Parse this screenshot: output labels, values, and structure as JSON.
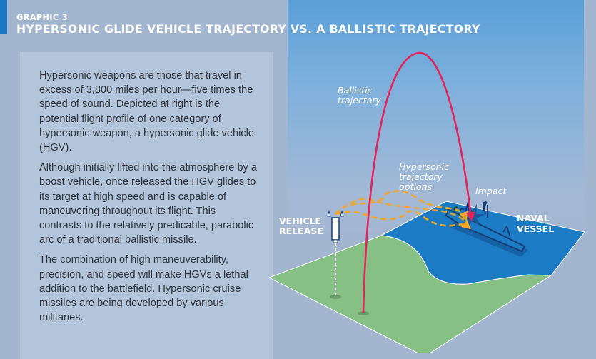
{
  "header": {
    "graphic_label": "GRAPHIC 3",
    "title": "HYPERSONIC GLIDE VEHICLE TRAJECTORY VS. A BALLISTIC TRAJECTORY"
  },
  "body_text": {
    "paragraphs": [
      "Hypersonic weapons are those that travel in excess of 3,800 miles per hour—five times the speed of sound.  Depicted at right is the potential flight profile of one category of hypersonic weapon, a hypersonic glide vehicle (HGV).",
      "Although initially lifted into the atmosphere by a boost vehicle, once released the HGV glides to its target at high speed and is capable of maneuvering throughout its flight. This contrasts to the relatively predicable, parabolic arc of a traditional ballistic missile.",
      "The combination of high maneuverability, precision, and speed will make HGVs a lethal addition to the battlefield. Hypersonic cruise missiles are being developed by various militaries."
    ]
  },
  "diagram": {
    "labels": {
      "ballistic_line1": "Ballistic",
      "ballistic_line2": "trajectory",
      "hypersonic_line1": "Hypersonic",
      "hypersonic_line2": "trajectory",
      "hypersonic_line3": "options",
      "impact": "Impact",
      "vehicle_line1": "VEHICLE",
      "vehicle_line2": "RELEASE",
      "naval_line1": "NAVAL",
      "naval_line2": "VESSEL"
    },
    "colors": {
      "ballistic": "#e3245a",
      "hypersonic": "#f5a623",
      "land": "#86c084",
      "water": "#1b7bc4",
      "ship": "#163b73",
      "accent": "#1a78c2"
    }
  }
}
